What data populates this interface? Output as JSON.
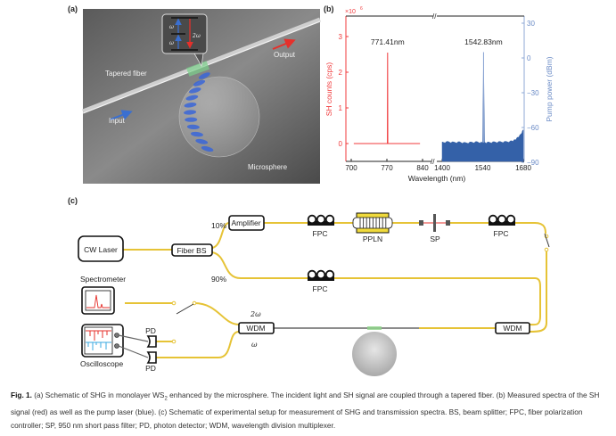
{
  "panel_a": {
    "label": "(a)",
    "tapered_fiber": "Tapered fiber",
    "output": "Output",
    "input": "Input",
    "microsphere": "Microsphere",
    "inset_omega_1": "ω",
    "inset_omega_2": "ω",
    "inset_2omega": "2ω"
  },
  "panel_b": {
    "label": "(b)"
  },
  "chart_data": {
    "type": "line",
    "title": "",
    "xlabel": "Wavelength (nm)",
    "ylabel_left": "SH counts (cps)",
    "ylabel_right": "Pump power (dBm)",
    "y_left_multiplier": "×10",
    "y_left_multiplier_exp": "6",
    "xlim_segments": [
      [
        700,
        840
      ],
      [
        1400,
        1680
      ]
    ],
    "axis_break": "//",
    "xticks_left": [
      "700",
      "770",
      "840"
    ],
    "xticks_right": [
      "1400",
      "1540",
      "1680"
    ],
    "ylim_left": [
      -0.5,
      3.5
    ],
    "yticks_left": [
      "0",
      "1",
      "2",
      "3"
    ],
    "ylim_right": [
      -90,
      30
    ],
    "yticks_right": [
      "−90",
      "−60",
      "−30",
      "0",
      "30"
    ],
    "colors": {
      "sh": "#f0393b",
      "pump": "#3461a8"
    },
    "series": [
      {
        "name": "SH signal",
        "color": "#f0393b",
        "x": [
          705,
          771.0,
          771.41,
          771.8,
          835
        ],
        "y": [
          0,
          0,
          2.55,
          0,
          0
        ]
      },
      {
        "name": "Pump laser",
        "color": "#3461a8",
        "x": [
          1400,
          1420,
          1440,
          1460,
          1480,
          1500,
          1520,
          1540,
          1542.83,
          1546,
          1560,
          1580,
          1600,
          1620,
          1640,
          1650,
          1660,
          1670,
          1680
        ],
        "y": [
          -73,
          -72.5,
          -73,
          -72.8,
          -73.5,
          -73,
          -72.7,
          -73.2,
          5,
          -73.2,
          -73,
          -72.8,
          -72.6,
          -72.5,
          -72,
          -71,
          -69,
          -66.5,
          -62
        ]
      }
    ],
    "annotations": [
      "771.41nm",
      "1542.83nm"
    ]
  },
  "panel_c": {
    "label": "(c)",
    "cw_laser": "CW Laser",
    "fiber_bs": "Fiber BS",
    "pct_10": "10%",
    "pct_90": "90%",
    "amplifier": "Amplifier",
    "fpc": "FPC",
    "ppln": "PPLN",
    "sp": "SP",
    "spectrometer": "Spectrometer",
    "oscilloscope": "Oscilloscope",
    "pd": "PD",
    "wdm": "WDM",
    "two_omega": "2ω",
    "omega": "ω"
  },
  "caption": {
    "fig": "Fig. 1.",
    "text_1": " (a) Schematic of SHG in monolayer WS",
    "sub": "2",
    "text_2": " enhanced by the microsphere. The incident light and SH signal are coupled through a tapered fiber. (b) Measured spectra of the SH signal (red) as well as the pump laser (blue). (c) Schematic of experimental setup for measurement of SHG and transmission spectra. BS, beam splitter; FPC, fiber polarization controller; SP, 950 nm short pass filter; PD, photon detector; WDM, wavelength division multiplexer."
  }
}
